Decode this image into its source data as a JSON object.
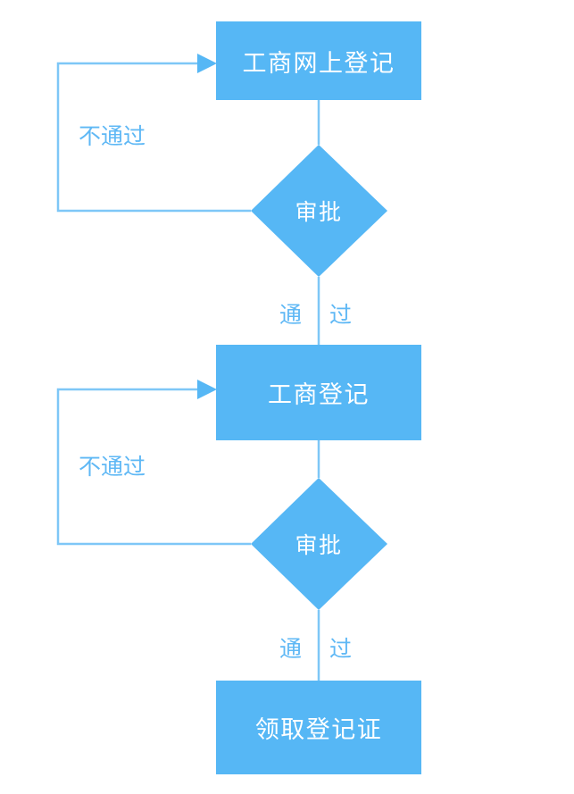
{
  "diagram": {
    "type": "flowchart",
    "title": "",
    "colors": {
      "node_fill": "#56b7f5",
      "node_text": "#ffffff",
      "edge_line": "#7ec7f7",
      "edge_label_text": "#5fb8f5",
      "background": "#ffffff"
    },
    "nodes": [
      {
        "id": "n1",
        "shape": "rectangle",
        "label": "工商网上登记"
      },
      {
        "id": "d1",
        "shape": "diamond",
        "label": "审批"
      },
      {
        "id": "n2",
        "shape": "rectangle",
        "label": "工商登记"
      },
      {
        "id": "d2",
        "shape": "diamond",
        "label": "审批"
      },
      {
        "id": "n3",
        "shape": "rectangle",
        "label": "领取登记证"
      }
    ],
    "edges": [
      {
        "id": "e1",
        "from": "n1",
        "to": "d1",
        "label": ""
      },
      {
        "id": "e2",
        "from": "d1",
        "to": "n2",
        "label_left": "通",
        "label_right": "过"
      },
      {
        "id": "e3",
        "from": "d1",
        "to": "n1",
        "label": "不通过"
      },
      {
        "id": "e4",
        "from": "n2",
        "to": "d2",
        "label": ""
      },
      {
        "id": "e5",
        "from": "d2",
        "to": "n3",
        "label_left": "通",
        "label_right": "过"
      },
      {
        "id": "e6",
        "from": "d2",
        "to": "n2",
        "label": "不通过"
      }
    ]
  }
}
